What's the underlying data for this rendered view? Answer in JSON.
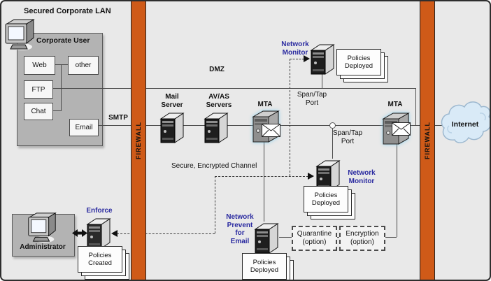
{
  "colors": {
    "firewall_orange": "#cf5a18",
    "accent_blue": "#2a2aa0",
    "lan_gray": "#b3b3b3",
    "background": "#e9e9e9",
    "mta_glow_blue": "#8fd0ec",
    "cloud_blue": "#d9eaf7"
  },
  "lan": {
    "title": "Secured Corporate LAN",
    "corporate_user": "Corporate User",
    "web": "Web",
    "other": "other",
    "ftp": "FTP",
    "chat": "Chat",
    "email": "Email"
  },
  "network": {
    "smtp": "SMTP",
    "dmz": "DMZ",
    "firewall_left": "FIREWALL",
    "firewall_right": "FIREWALL",
    "mail_server": "Mail\nServer",
    "avas_servers": "AV/AS\nServers",
    "mta_left": "MTA",
    "mta_right": "MTA",
    "span_tap_top": "Span/Tap\nPort",
    "span_tap_mid": "Span/Tap\nPort",
    "secure_channel": "Secure, Encrypted Channel",
    "internet": "Internet"
  },
  "monitoring": {
    "network_monitor_top": "Network\nMonitor",
    "network_monitor_mid": "Network\nMonitor",
    "network_prevent": "Network\nPrevent\nfor\nEmail",
    "enforce": "Enforce",
    "policies_deployed_top": "Policies\nDeployed",
    "policies_deployed_mid": "Policies\nDeployed",
    "policies_deployed_bottom": "Policies\nDeployed",
    "policies_created": "Policies\nCreated",
    "quarantine": "Quarantine\n(option)",
    "encryption": "Encryption\n(option)",
    "administrator": "Administrator"
  }
}
